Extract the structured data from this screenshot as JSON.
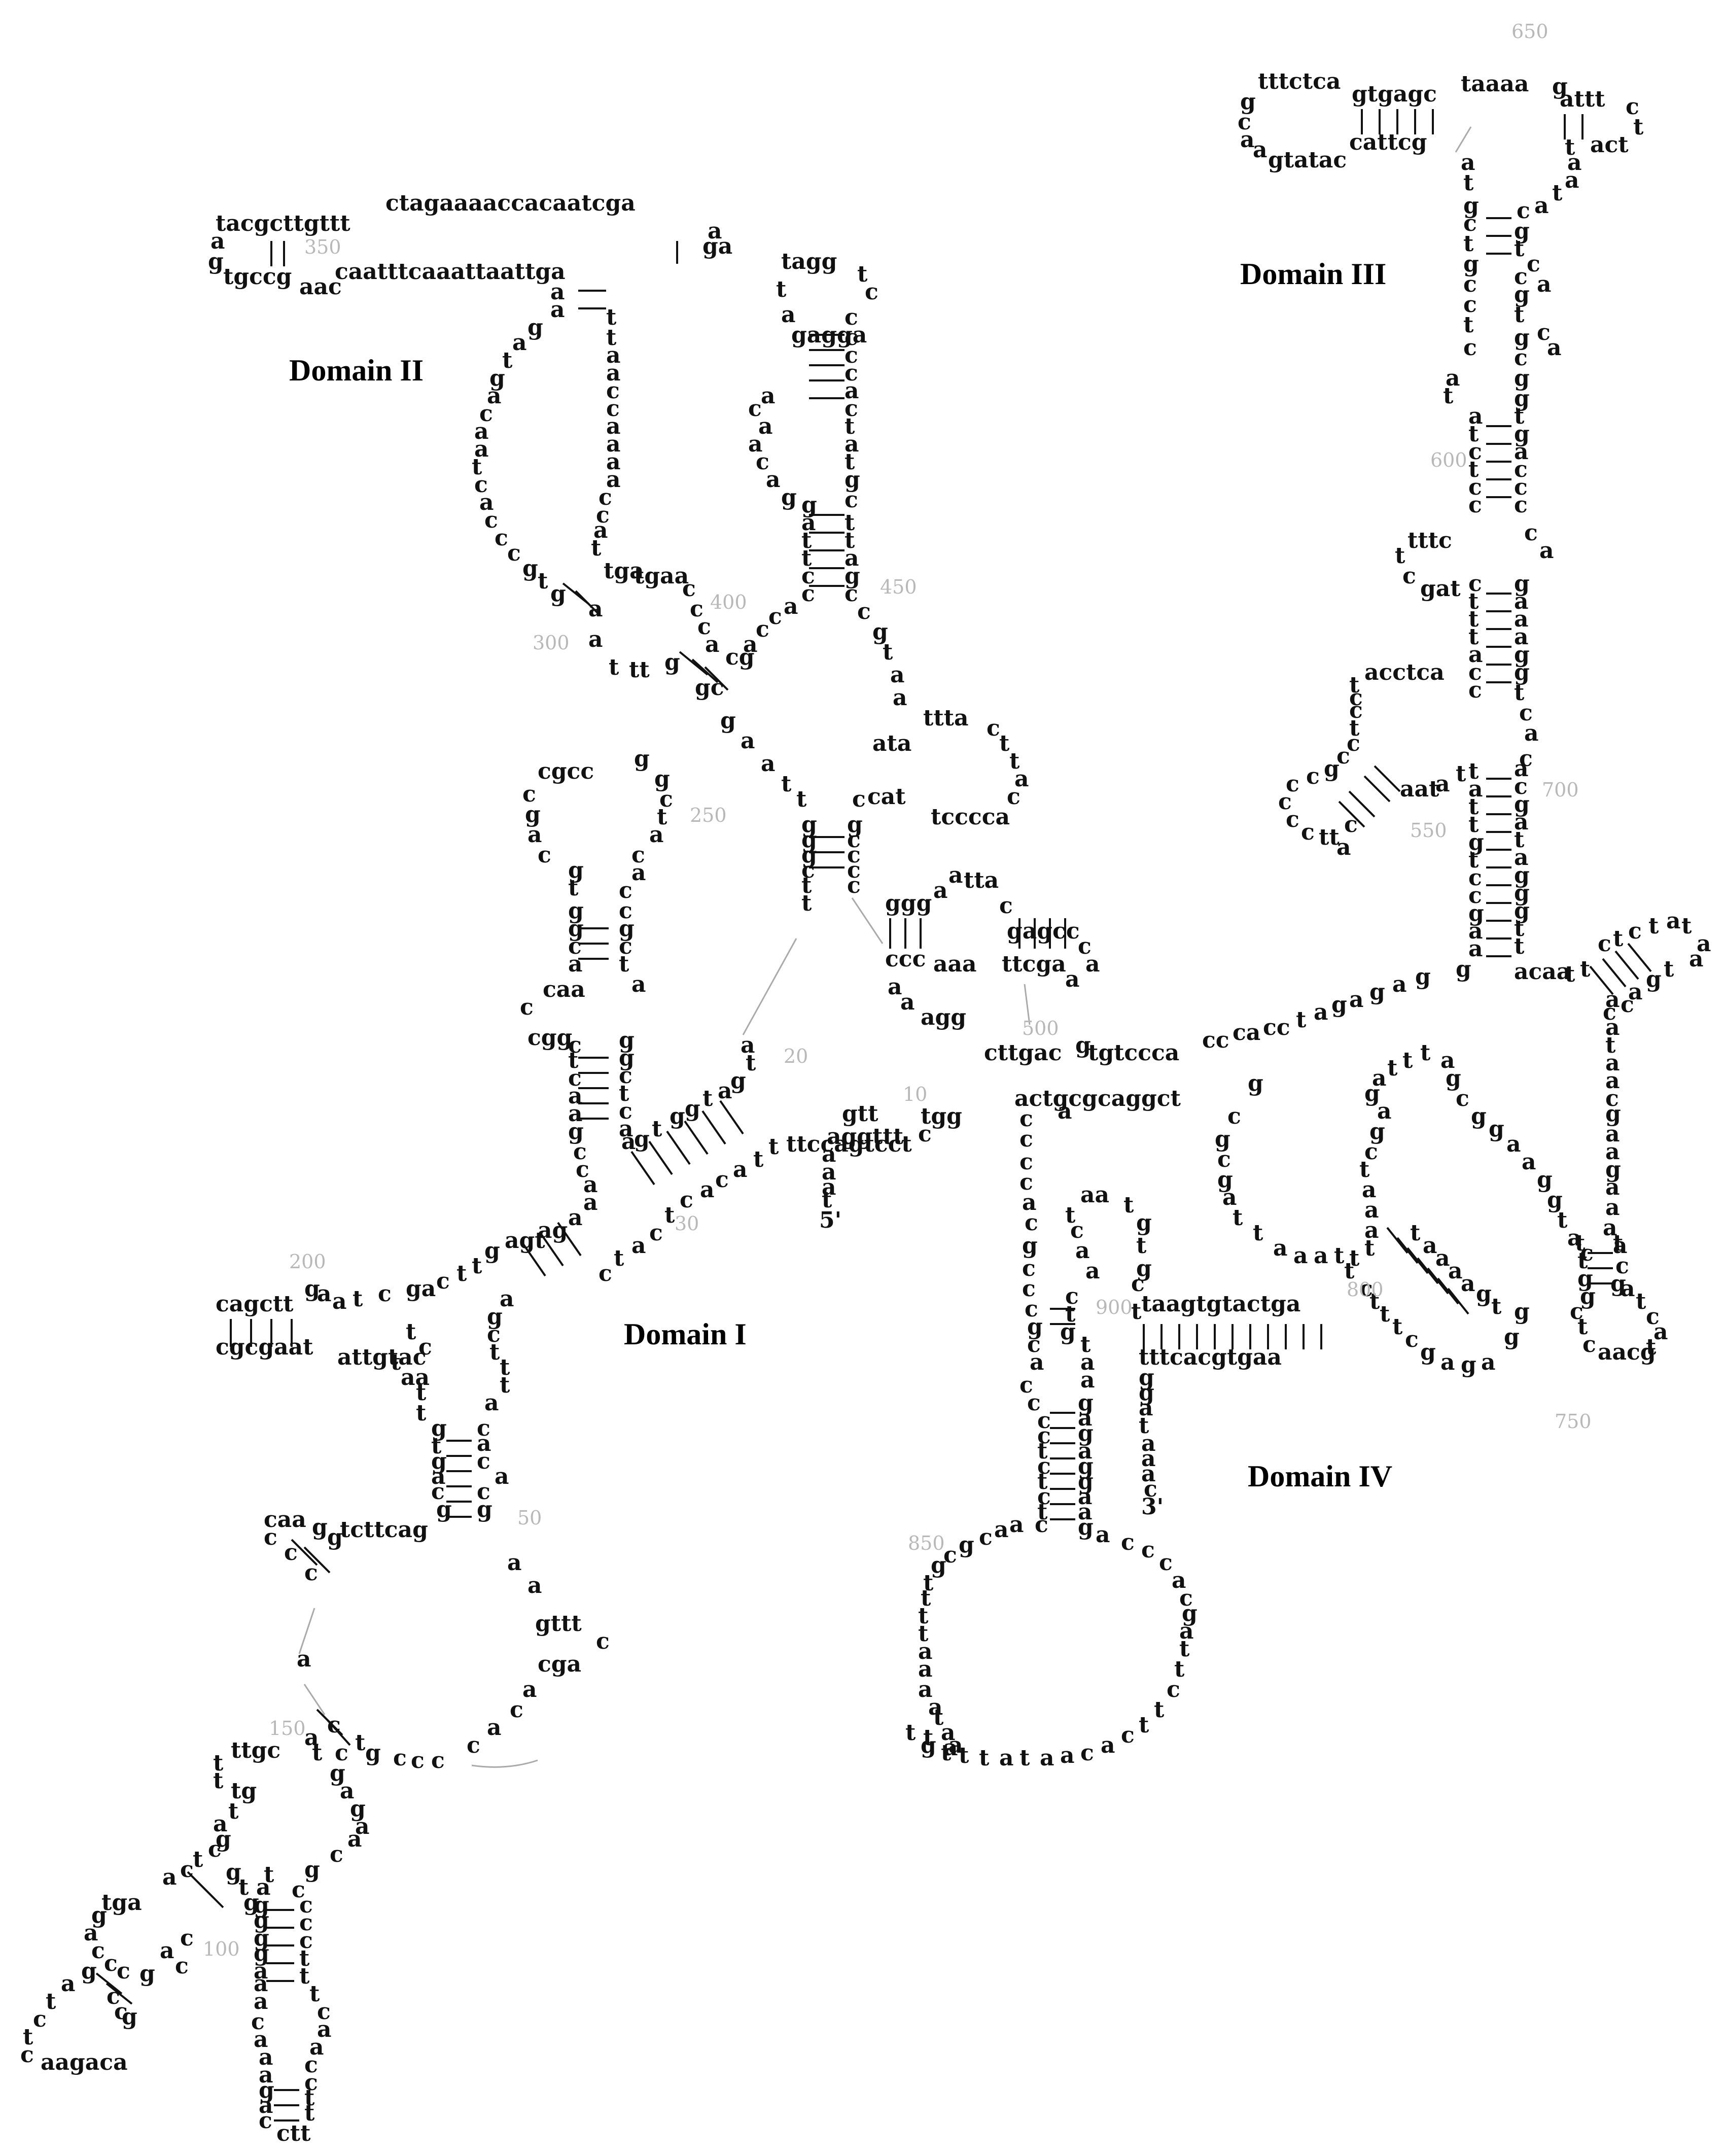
{
  "diagram": {
    "domains": [
      {
        "id": "domain-1",
        "label": "Domain I"
      },
      {
        "id": "domain-2",
        "label": "Domain II"
      },
      {
        "id": "domain-3",
        "label": "Domain III"
      },
      {
        "id": "domain-4",
        "label": "Domain IV"
      }
    ],
    "ends": {
      "five_prime": "5'",
      "three_prime": "3'"
    },
    "position_markers": [
      "10",
      "20",
      "30",
      "50",
      "100",
      "150",
      "200",
      "250",
      "300",
      "350",
      "400",
      "450",
      "500",
      "550",
      "600",
      "650",
      "700",
      "750",
      "800",
      "850",
      "900"
    ]
  }
}
